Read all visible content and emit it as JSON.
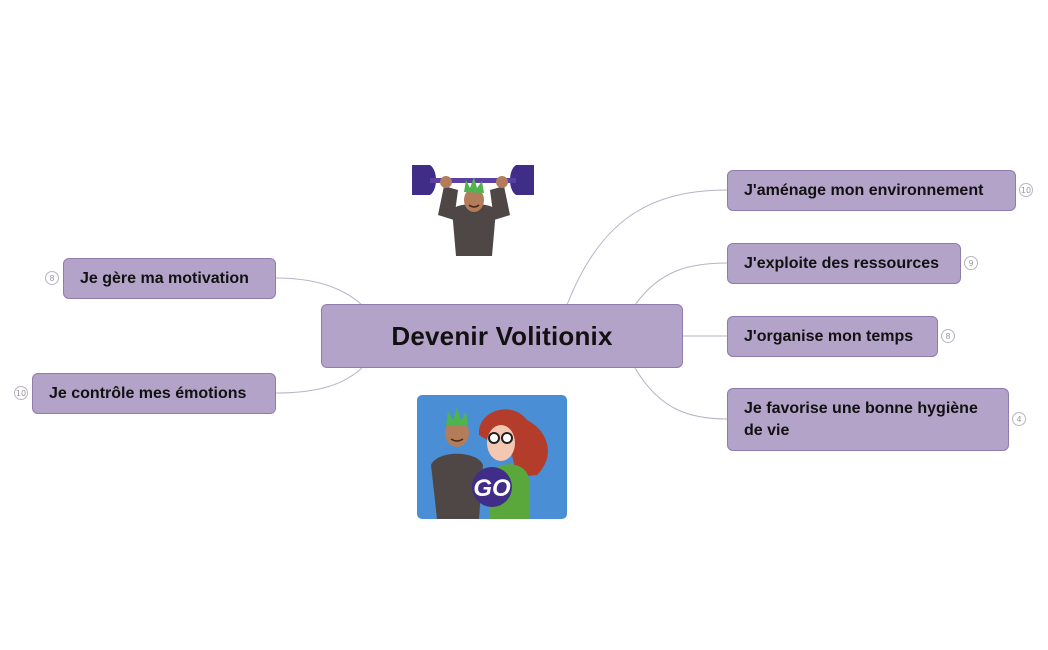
{
  "central": {
    "label": "Devenir Volitionix"
  },
  "branches_right": [
    {
      "label": "J'aménage mon environnement",
      "count": "10"
    },
    {
      "label": "J'exploite des ressources",
      "count": "9"
    },
    {
      "label": "J'organise mon temps",
      "count": "8"
    },
    {
      "label": "Je favorise une bonne hygiène de vie",
      "count": "4"
    }
  ],
  "branches_left": [
    {
      "label": "Je gère ma motivation",
      "count": "8"
    },
    {
      "label": "Je contrôle mes émotions",
      "count": "10"
    }
  ],
  "images": {
    "top": {
      "icon": "weightlifter-character-illustration"
    },
    "bottom": {
      "icon": "go-characters-illustration",
      "badge": "GO"
    }
  },
  "colors": {
    "node_fill": "#b3a3c9",
    "node_border": "#8f7cae",
    "connector": "#b8b2c6",
    "image_bg": "#4a8fd6"
  }
}
